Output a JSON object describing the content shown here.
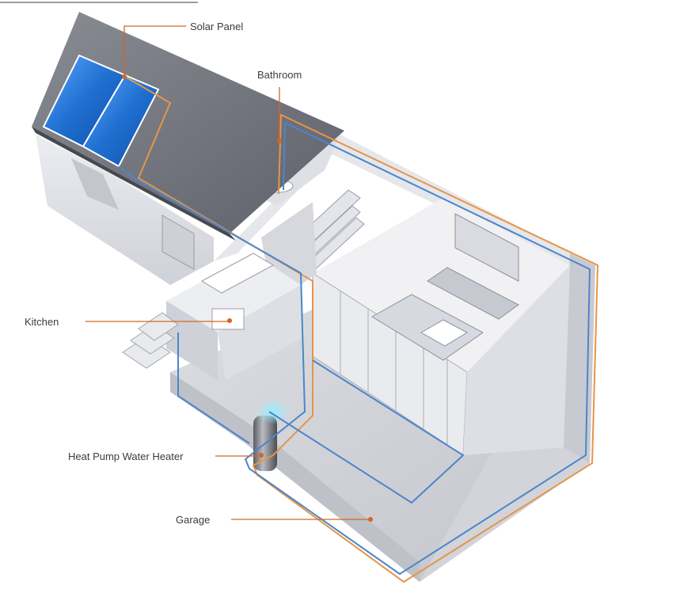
{
  "diagram": {
    "labels": {
      "solar_panel": "Solar Panel",
      "bathroom": "Bathroom",
      "kitchen": "Kitchen",
      "heat_pump": "Heat Pump Water Heater",
      "garage": "Garage"
    },
    "colors": {
      "callout": "#d4661f",
      "hot_pipe": "#e4954a",
      "cold_pipe": "#4b86c9",
      "solar_glass": "#2f7fd6",
      "roof": "#6e7079"
    }
  }
}
